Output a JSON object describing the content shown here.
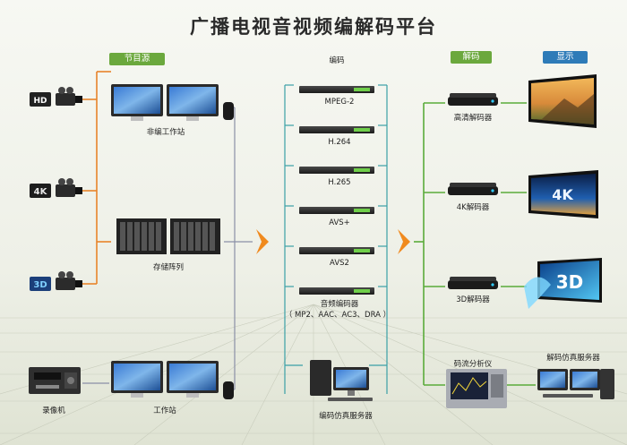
{
  "title": "广播电视音视频编解码平台",
  "headers": {
    "source": "节目源",
    "encode": "编码",
    "decode": "解码",
    "display": "显示"
  },
  "sources": {
    "hd_badge": "HD",
    "k4_badge": "4K",
    "d3_badge": "3D"
  },
  "workstations": {
    "nonlinear": "非编工作站",
    "storage": "存储阵列",
    "workstation": "工作站",
    "vcr": "录像机"
  },
  "encoders": [
    {
      "label": "MPEG-2"
    },
    {
      "label": "H.264"
    },
    {
      "label": "H.265"
    },
    {
      "label": "AVS+"
    },
    {
      "label": "AVS2"
    },
    {
      "label": "音频编码器",
      "sub": "（ MP2、AAC、AC3、DRA ）"
    }
  ],
  "encode_server": "编码仿真服务器",
  "decoders": [
    {
      "label": "高清解码器"
    },
    {
      "label": "4K解码器"
    },
    {
      "label": "3D解码器"
    }
  ],
  "displays": {
    "k4_text": "4K",
    "d3_text": "3D"
  },
  "analyzer": "码流分析仪",
  "decode_server": "解码仿真服务器",
  "colors": {
    "source_line": "#e8842a",
    "link_line": "#8a8fa6",
    "encode_bracket": "#3aa0a6",
    "decode_line": "#5aab3a",
    "arrow": "#f08a1e",
    "header_green": "#6ba83d",
    "header_blue": "#2e7bb8"
  }
}
